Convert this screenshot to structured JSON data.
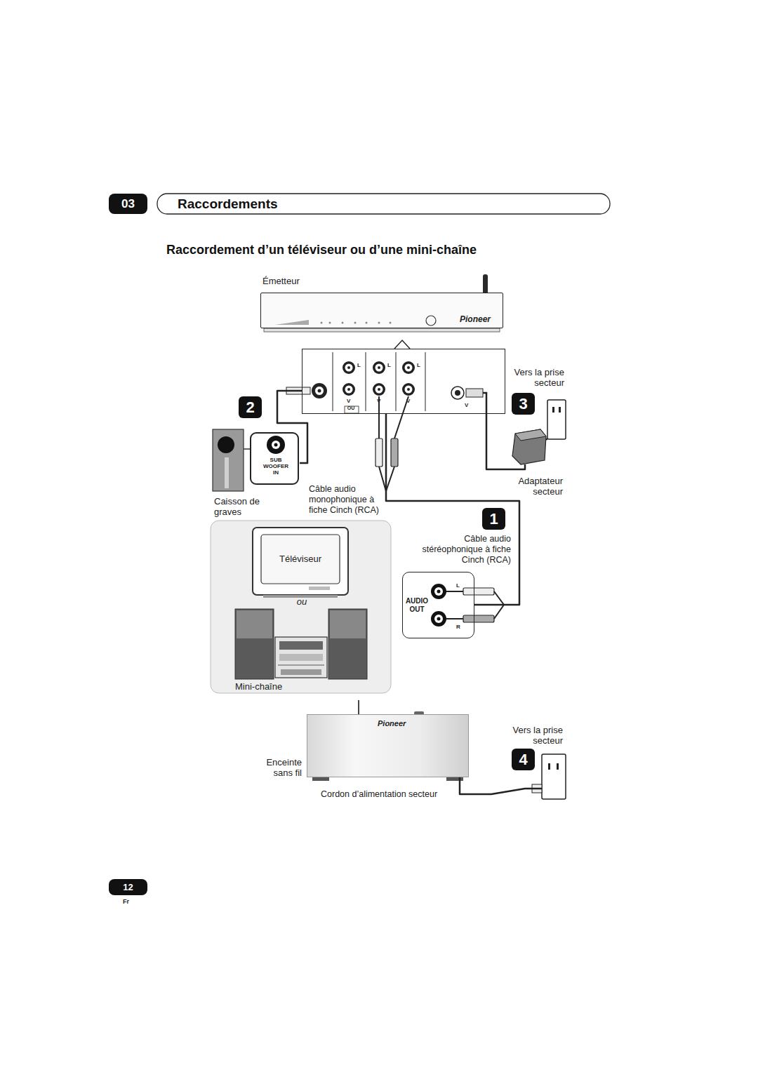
{
  "diagram": {
    "title": "Raccordement d’un téléviseur ou d’une mini-chaîne",
    "nodes": [
      {
        "text": [
          "Émetteur",
          "Pioneer"
        ]
      },
      {
        "text": [
          "OU"
        ]
      },
      {
        "text": [
          "Caisson de graves"
        ]
      },
      {
        "text": [
          "ou"
        ]
      },
      {
        "text": [
          "Téléviseur"
        ],
        "in": 3
      },
      {
        "text": [
          "Mini-chaîne"
        ],
        "in": 3
      },
      {
        "text": [
          "AUDIO OUT"
        ]
      },
      {
        "text": [
          "Adaptateur secteur"
        ]
      },
      {
        "text": [
          "Vers la prise secteur"
        ]
      },
      {
        "text": [
          "Pioneer",
          "Enceinte sans fil"
        ]
      },
      {
        "text": [
          "Vers la prise secteur"
        ]
      }
    ],
    "edges": [
      {
        "from": 6,
        "to": 1,
        "arrow": "none"
      },
      {
        "from": 2,
        "to": 1,
        "arrow": "none"
      },
      {
        "from": 7,
        "to": 1,
        "arrow": "none"
      },
      {
        "from": 7,
        "to": 8,
        "arrow": "none"
      },
      {
        "from": 9,
        "to": 10,
        "arrow": "none"
      }
    ],
    "labels": [
      "03",
      "Raccordements",
      "L",
      "L",
      "L",
      "V",
      "V",
      "V",
      "V",
      "2",
      "SUB WOOFER IN",
      "Câble audio monophonique à fiche Cinch (RCA)",
      "3",
      "1",
      "Câble audio stéréophonique à fiche Cinch (RCA)",
      "L",
      "R",
      "4",
      "Cordon d’alimentation secteur",
      "12",
      "Fr"
    ]
  }
}
